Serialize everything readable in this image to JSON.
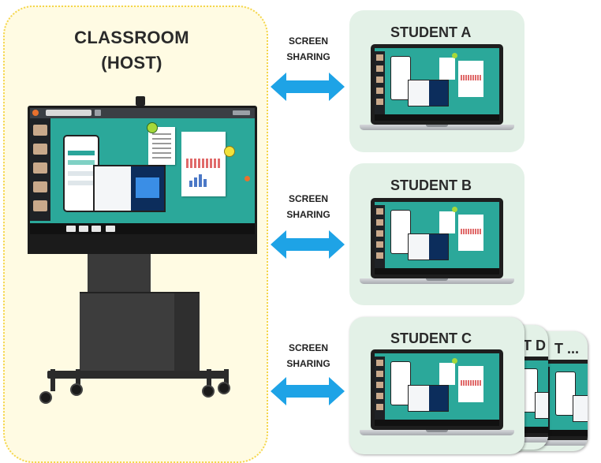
{
  "host": {
    "title_line1": "CLASSROOM",
    "title_line2": "(HOST)"
  },
  "sharing_label": {
    "line1": "SCREEN",
    "line2": "SHARING"
  },
  "arrow_color": "#1ea3e6",
  "panel_colors": {
    "host_background": "#fffbe3",
    "host_border": "#f5d64c",
    "student_background": "#e3f1e7"
  },
  "students": [
    {
      "name": "STUDENT A"
    },
    {
      "name": "STUDENT B"
    },
    {
      "name": "STUDENT C"
    },
    {
      "name": "T D"
    },
    {
      "name": "T ..."
    }
  ]
}
